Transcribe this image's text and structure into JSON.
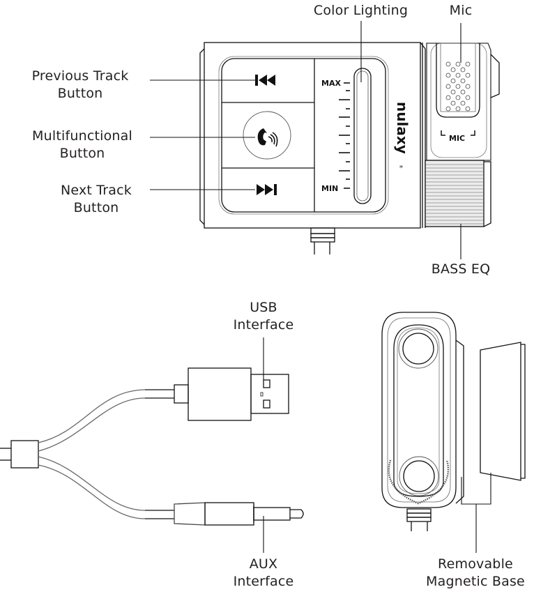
{
  "labels": {
    "color_lighting": "Color Lighting",
    "mic": "Mic",
    "previous_track": [
      "Previous Track",
      "Button"
    ],
    "multifunctional": [
      "Multifunctional",
      "Button"
    ],
    "next_track": [
      "Next Track",
      "Button"
    ],
    "bass_eq": "BASS EQ",
    "usb": [
      "USB",
      "Interface"
    ],
    "aux": [
      "AUX",
      "Interface"
    ],
    "magnetic_base": [
      "Removable",
      "Magnetic Base"
    ]
  },
  "device": {
    "brand": "nulaxy",
    "registered": "®",
    "slider_max": "MAX",
    "slider_min": "MIN",
    "mic_tag": "MIC"
  },
  "icons": {
    "previous": "previous-track-icon",
    "phone": "phone-call-icon",
    "next": "next-track-icon"
  }
}
